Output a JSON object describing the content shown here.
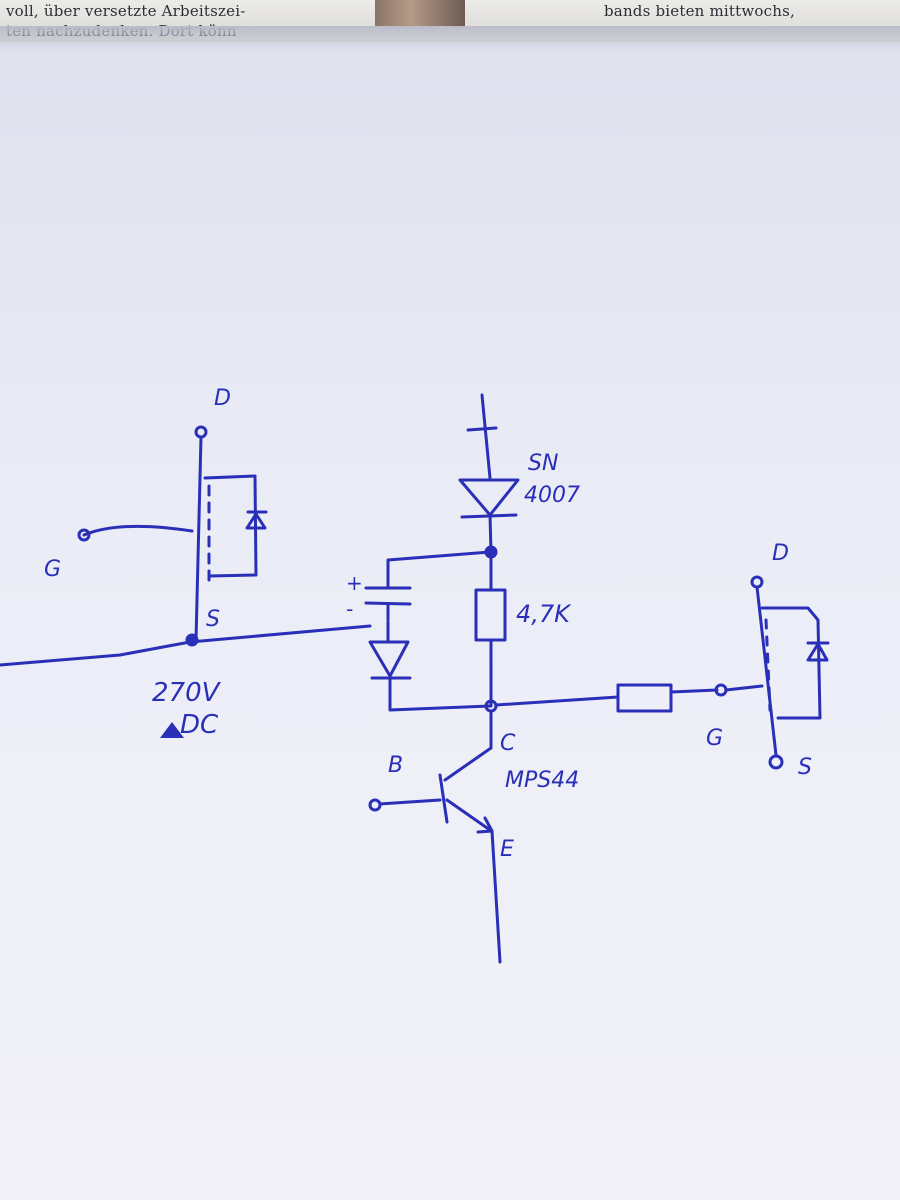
{
  "newspaper": {
    "line1_left": "voll, über versetzte Arbeitszei-",
    "line2_left": "ten nachzudenken. Dort könn",
    "line1_right": "bands bieten mittwochs,"
  },
  "labels": {
    "mosfet1_drain": "D",
    "mosfet1_gate": "G",
    "mosfet1_source": "S",
    "supply_voltage": "270V",
    "supply_type": "DC",
    "diode_part_1": "SN",
    "diode_part_2": "4007",
    "resistor_value": "4,7K",
    "transistor_collector": "C",
    "transistor_base": "B",
    "transistor_model": "MPS44",
    "transistor_emitter": "E",
    "mosfet2_drain": "D",
    "mosfet2_gate": "G",
    "mosfet2_source": "S",
    "capacitor_plus": "+",
    "capacitor_minus": "-"
  },
  "colors": {
    "ink": "#2a2fb8",
    "paper_top": "#e9ebf5",
    "paper_bottom": "#f3f2f8"
  }
}
